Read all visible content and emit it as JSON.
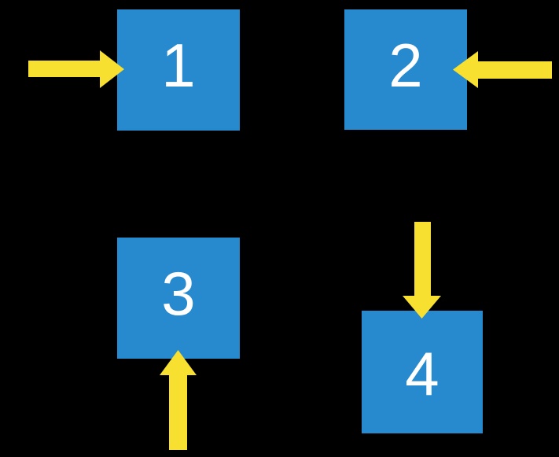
{
  "diagram": {
    "background": "#000000",
    "colors": {
      "square": "#2789CE",
      "arrow": "#F7E02F",
      "number": "#FFFFFF"
    },
    "squares": [
      {
        "label": "1",
        "arrow_direction": "right",
        "arrow_enters_from": "left"
      },
      {
        "label": "2",
        "arrow_direction": "left",
        "arrow_enters_from": "right"
      },
      {
        "label": "3",
        "arrow_direction": "up",
        "arrow_enters_from": "bottom"
      },
      {
        "label": "4",
        "arrow_direction": "down",
        "arrow_enters_from": "top"
      }
    ]
  }
}
